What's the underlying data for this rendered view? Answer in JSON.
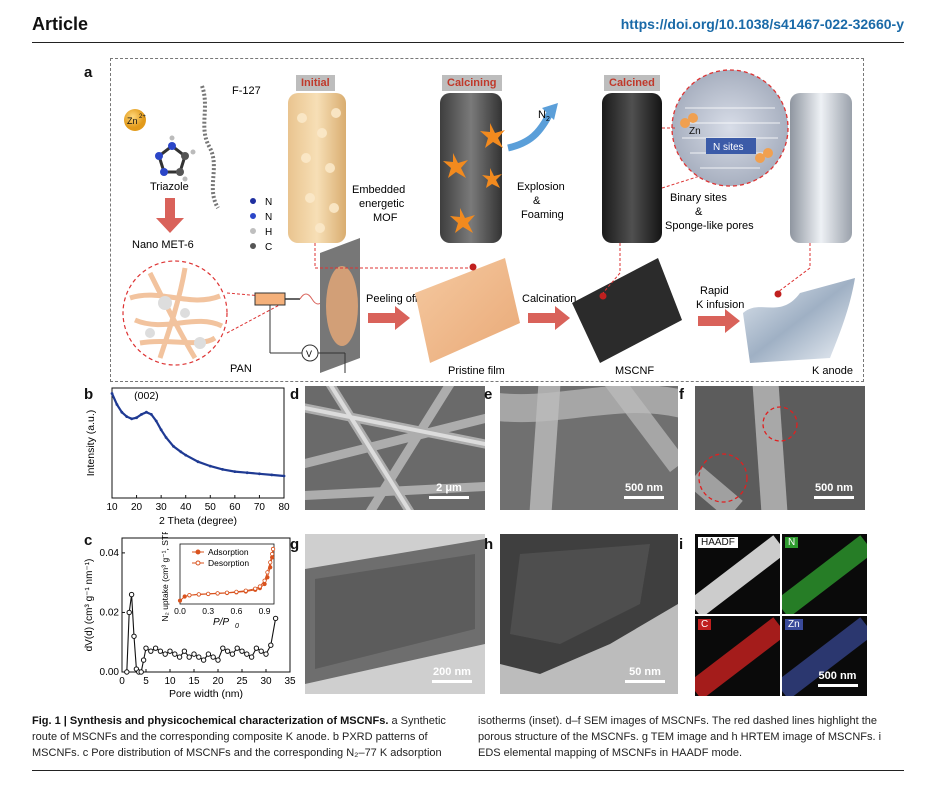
{
  "header": {
    "section": "Article",
    "doi": "https://doi.org/10.1038/s41467-022-32660-y"
  },
  "panels": {
    "a": "a",
    "b": "b",
    "c": "c",
    "d": "d",
    "e": "e",
    "f": "f",
    "g": "g",
    "h": "h",
    "i": "i"
  },
  "schematic": {
    "zn": "Zn",
    "zn_sup": "2+",
    "f127": "F-127",
    "triazole": "Triazole",
    "nano_met": "Nano MET-6",
    "pan": "PAN",
    "legend": [
      "N",
      "N",
      "H",
      "C"
    ],
    "legend_colors": [
      "#1f2fa0",
      "#2b46c8",
      "#bfbfbf",
      "#555555"
    ],
    "stage_initial": "Initial",
    "stage_calcining": "Calcining",
    "stage_calcined": "Calcined",
    "embedded": [
      "Embedded",
      "energetic",
      "MOF"
    ],
    "n2": "N",
    "n2_sub": "2",
    "explosion": [
      "Explosion",
      "&",
      "Foaming"
    ],
    "binary": [
      "Binary sites",
      "&",
      "Sponge-like pores"
    ],
    "zn_site": "Zn",
    "n_sites": "N sites",
    "voltage": "V",
    "peeling": "Peeling off",
    "pristine": "Pristine film",
    "calcination": "Calcination",
    "mscnf": "MSCNF",
    "rapid": [
      "Rapid",
      "K infusion"
    ],
    "k_anode": "K anode"
  },
  "micrographs": {
    "d_scale": "2 μm",
    "e_scale": "500 nm",
    "f_scale": "500 nm",
    "g_scale": "200 nm",
    "h_scale": "50 nm",
    "i_scale": "500 nm",
    "i_maps": [
      "HAADF",
      "N",
      "C",
      "Zn"
    ],
    "i_colors": [
      "#cccccc",
      "#2e9a2e",
      "#c0201f",
      "#3a4a9a"
    ]
  },
  "chart_data": [
    {
      "type": "line",
      "panel": "b",
      "xlabel": "2 Theta (degree)",
      "ylabel": "Intensity (a.u.)",
      "xlim": [
        10,
        80
      ],
      "xticks": [
        10,
        20,
        30,
        40,
        50,
        60,
        70,
        80
      ],
      "annotation": "(002)",
      "color": "#1f3a93",
      "x": [
        10,
        12,
        14,
        16,
        18,
        20,
        22,
        24,
        26,
        28,
        30,
        32,
        35,
        38,
        40,
        45,
        50,
        55,
        60,
        65,
        70,
        75,
        80
      ],
      "y": [
        0.95,
        0.85,
        0.78,
        0.74,
        0.72,
        0.73,
        0.76,
        0.78,
        0.76,
        0.7,
        0.62,
        0.55,
        0.47,
        0.42,
        0.39,
        0.33,
        0.29,
        0.26,
        0.24,
        0.23,
        0.22,
        0.21,
        0.2
      ]
    },
    {
      "type": "line",
      "panel": "c",
      "xlabel": "Pore width (nm)",
      "ylabel": "dV(d) (cm³ g⁻¹ nm⁻¹)",
      "xlim": [
        0,
        35
      ],
      "ylim": [
        0,
        0.045
      ],
      "xticks": [
        0,
        5,
        10,
        15,
        20,
        25,
        30,
        35
      ],
      "yticks": [
        0.0,
        0.02,
        0.04
      ],
      "ytick_labels": [
        "0.00",
        "0.02",
        "0.04"
      ],
      "color": "#111111",
      "x": [
        1.0,
        1.5,
        2.0,
        2.5,
        3.0,
        3.5,
        4.0,
        4.5,
        5,
        6,
        7,
        8,
        9,
        10,
        11,
        12,
        13,
        14,
        15,
        16,
        17,
        18,
        19,
        20,
        21,
        22,
        23,
        24,
        25,
        26,
        27,
        28,
        29,
        30,
        31,
        32
      ],
      "y": [
        0.0,
        0.02,
        0.026,
        0.012,
        0.001,
        0.0,
        0.0,
        0.004,
        0.008,
        0.007,
        0.008,
        0.007,
        0.006,
        0.007,
        0.006,
        0.005,
        0.007,
        0.005,
        0.006,
        0.005,
        0.004,
        0.006,
        0.005,
        0.004,
        0.008,
        0.007,
        0.006,
        0.008,
        0.007,
        0.006,
        0.005,
        0.008,
        0.007,
        0.006,
        0.009,
        0.018
      ]
    },
    {
      "type": "line",
      "panel": "c-inset",
      "xlabel": "P/P",
      "xlabel_sub": "0",
      "ylabel": "N₂ uptake (cm³ g⁻¹, STP)",
      "xlim": [
        0,
        1.0
      ],
      "xticks": [
        0.0,
        0.3,
        0.6,
        0.9
      ],
      "xtick_labels": [
        "0.0",
        "0.3",
        "0.6",
        "0.9"
      ],
      "series": [
        {
          "name": "Adsorption",
          "color": "#d9531e",
          "x": [
            0.0,
            0.05,
            0.1,
            0.2,
            0.3,
            0.4,
            0.5,
            0.6,
            0.7,
            0.8,
            0.85,
            0.9,
            0.93,
            0.96,
            0.98,
            0.99
          ],
          "y": [
            20,
            45,
            52,
            57,
            60,
            63,
            66,
            70,
            75,
            85,
            95,
            120,
            160,
            220,
            280,
            330
          ]
        },
        {
          "name": "Desorption",
          "color": "#d9531e",
          "x": [
            0.99,
            0.98,
            0.96,
            0.93,
            0.9,
            0.85,
            0.8,
            0.7,
            0.6,
            0.5,
            0.4,
            0.3,
            0.2,
            0.1
          ],
          "y": [
            330,
            300,
            250,
            190,
            140,
            105,
            92,
            80,
            73,
            68,
            64,
            61,
            58,
            53
          ]
        }
      ]
    }
  ],
  "caption": {
    "title": "Fig. 1 | Synthesis and physicochemical characterization of MSCNFs.",
    "col1": "a Synthetic route of MSCNFs and the corresponding composite K anode. b PXRD patterns of MSCNFs. c Pore distribution of MSCNFs and the corresponding N₂–77 K adsorption",
    "col2": "isotherms (inset). d–f SEM images of MSCNFs. The red dashed lines highlight the porous structure of the MSCNFs. g TEM image and h HRTEM image of MSCNFs. i EDS elemental mapping of MSCNFs in HAADF mode."
  }
}
